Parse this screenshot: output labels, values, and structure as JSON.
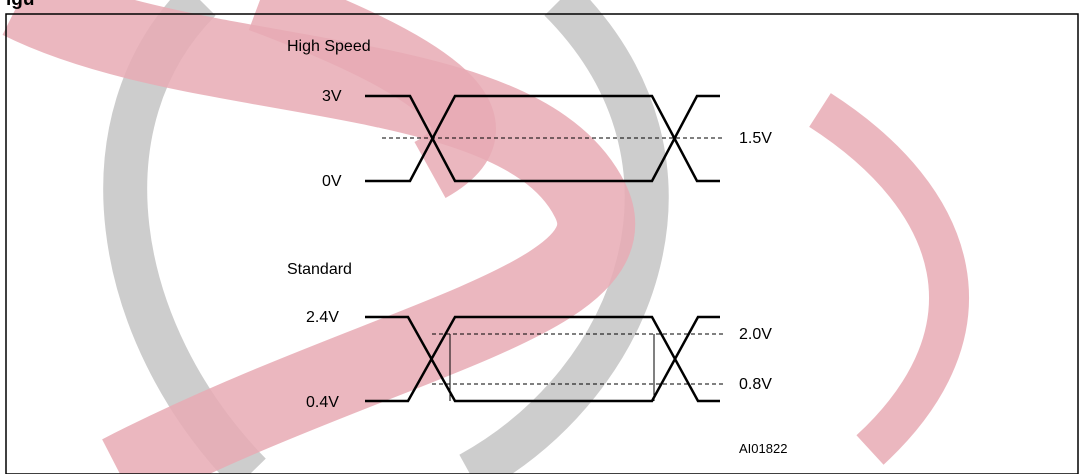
{
  "figure": {
    "title": "igu",
    "code": "AI01822"
  },
  "high_speed": {
    "heading": "High Speed",
    "level_high": "3V",
    "level_low": "0V",
    "threshold": "1.5V"
  },
  "standard": {
    "heading": "Standard",
    "level_high": "2.4V",
    "level_low": "0.4V",
    "threshold_high": "2.0V",
    "threshold_low": "0.8V"
  },
  "colors": {
    "watermark_pink": "#e8aab4",
    "watermark_gray": "#c4c4c4",
    "line": "#000000"
  }
}
